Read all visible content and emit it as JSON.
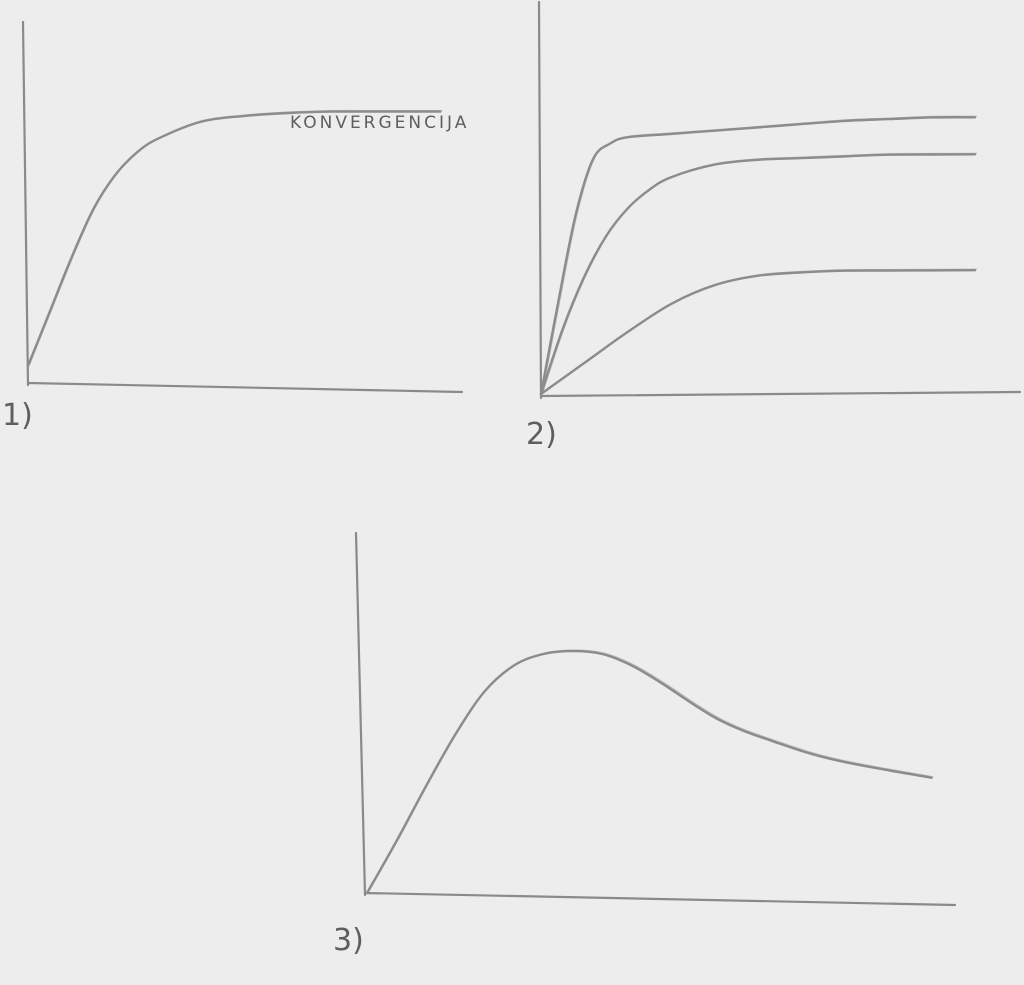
{
  "colors": {
    "paper": "#ededed",
    "pencil": "#8c8c8c",
    "pencil_text": "#5e5e5e"
  },
  "chart_data": [
    {
      "type": "line",
      "panel_label": "1)",
      "annotation": "KONVERGENCIJA",
      "xlabel": "",
      "ylabel": "",
      "xlim": [
        0,
        10
      ],
      "ylim": [
        0,
        10
      ],
      "grid": false,
      "series": [
        {
          "x": [
            0,
            0.5,
            1,
            1.5,
            2,
            2.5,
            3,
            4,
            5,
            6,
            7,
            8,
            9,
            9.5
          ],
          "y": [
            0.5,
            2.4,
            4.3,
            6.0,
            7.2,
            8.0,
            8.5,
            9.1,
            9.3,
            9.4,
            9.45,
            9.45,
            9.45,
            9.45
          ]
        }
      ]
    },
    {
      "type": "line",
      "panel_label": "2)",
      "xlabel": "",
      "ylabel": "",
      "xlim": [
        0,
        10
      ],
      "ylim": [
        0,
        10
      ],
      "grid": false,
      "series": [
        {
          "x": [
            0,
            0.4,
            0.8,
            1.2,
            1.6,
            2,
            3,
            4,
            5,
            6,
            7,
            8,
            9,
            10
          ],
          "y": [
            0,
            3.0,
            5.8,
            7.6,
            8.1,
            8.3,
            8.4,
            8.5,
            8.6,
            8.7,
            8.8,
            8.85,
            8.9,
            8.9
          ]
        },
        {
          "x": [
            0,
            0.5,
            1,
            1.5,
            2,
            2.5,
            3,
            4,
            5,
            6,
            7,
            8,
            9,
            10
          ],
          "y": [
            0,
            2.1,
            3.8,
            5.1,
            6.0,
            6.6,
            7.0,
            7.4,
            7.55,
            7.6,
            7.65,
            7.7,
            7.7,
            7.7
          ]
        },
        {
          "x": [
            0,
            1,
            2,
            3,
            4,
            5,
            6,
            7,
            8,
            9,
            10
          ],
          "y": [
            0,
            1.0,
            2.0,
            2.9,
            3.5,
            3.8,
            3.9,
            3.95,
            3.95,
            3.95,
            3.95
          ]
        }
      ]
    },
    {
      "type": "line",
      "panel_label": "3)",
      "xlabel": "",
      "ylabel": "",
      "xlim": [
        0,
        10
      ],
      "ylim": [
        0,
        10
      ],
      "grid": false,
      "series": [
        {
          "x": [
            0,
            0.5,
            1,
            1.5,
            2,
            2.5,
            3,
            3.5,
            4,
            4.5,
            5,
            6,
            7,
            8,
            9.6
          ],
          "y": [
            0,
            1.8,
            3.7,
            5.5,
            7.0,
            7.9,
            8.3,
            8.4,
            8.3,
            7.9,
            7.3,
            6.0,
            5.2,
            4.6,
            4.0
          ]
        }
      ]
    }
  ]
}
